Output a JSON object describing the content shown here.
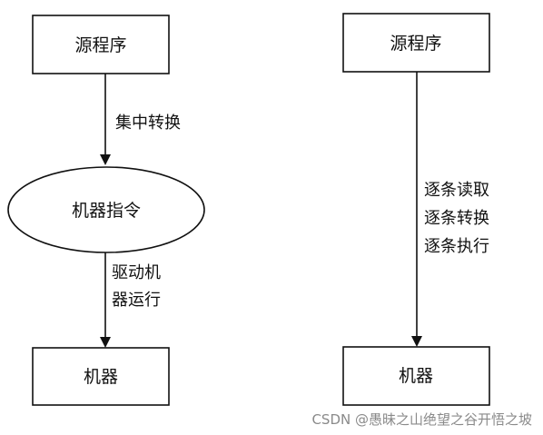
{
  "left_flow": {
    "source_label": "源程序",
    "edge1_label": "集中转换",
    "middle_label": "机器指令",
    "edge2_lines": [
      "驱动机",
      "器运行"
    ],
    "target_label": "机器"
  },
  "right_flow": {
    "source_label": "源程序",
    "edge_lines": [
      "逐条读取",
      "逐条转换",
      "逐条执行"
    ],
    "target_label": "机器"
  },
  "watermark": "CSDN @愚昧之山绝望之谷开悟之坡"
}
